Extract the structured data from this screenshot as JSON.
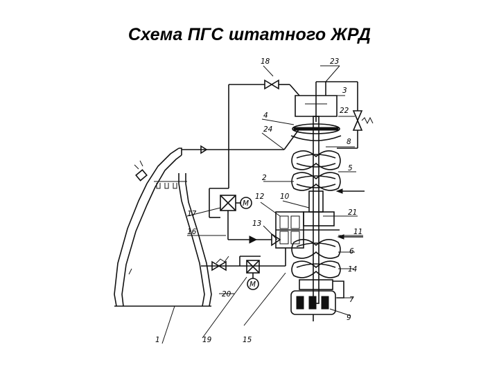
{
  "title": "Схема ПГС штатного ЖРД",
  "scheme_labels": {
    "n1": "1",
    "n2": "2",
    "n3": "3",
    "n4": "4",
    "n5": "5",
    "n6": "6",
    "n7": "7",
    "n8": "8",
    "n9": "9",
    "n10": "10",
    "n11": "11",
    "n12": "12",
    "n13": "13",
    "n14": "14",
    "n15": "15",
    "n16": "16",
    "n17": "17",
    "n18": "18",
    "n19": "19",
    "n20": "20",
    "n21": "21",
    "n22": "22",
    "n23": "23",
    "n24": "24"
  },
  "motor_symbol": "М"
}
